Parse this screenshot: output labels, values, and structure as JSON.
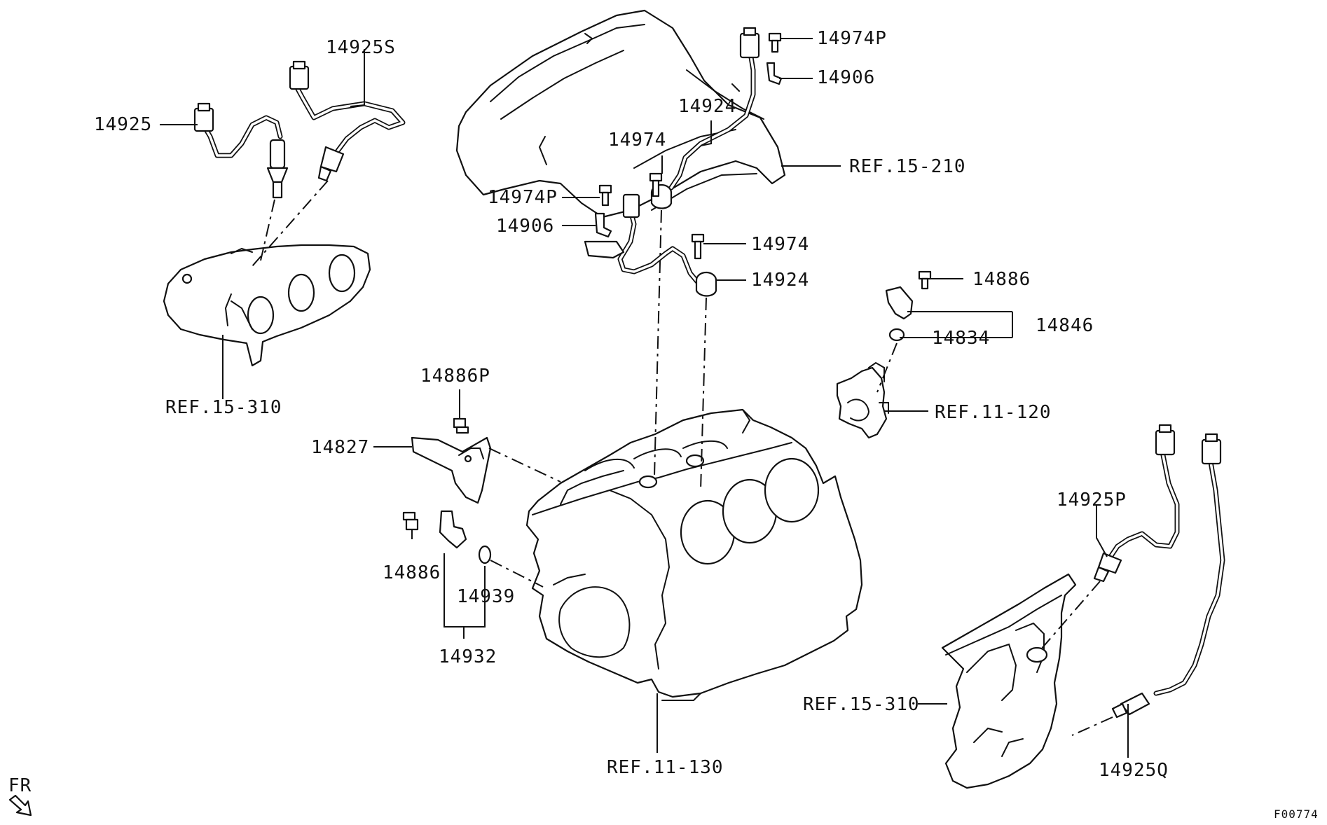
{
  "diagram": {
    "part_labels": {
      "p14925S": "14925S",
      "p14925": "14925",
      "p14974P_top": "14974P",
      "p14906_top": "14906",
      "p14924_top": "14924",
      "p14974_top": "14974",
      "ref_15_210": "REF.15-210",
      "p14974P_mid": "14974P",
      "p14906_mid": "14906",
      "p14974_mid": "14974",
      "p14924_mid": "14924",
      "p14886_right": "14886",
      "p14846": "14846",
      "p14834": "14834",
      "ref_11_120": "REF.11-120",
      "ref_15_310_left": "REF.15-310",
      "p14886P": "14886P",
      "p14827": "14827",
      "p14886_left": "14886",
      "p14939": "14939",
      "p14932": "14932",
      "p14925P": "14925P",
      "ref_15_310_right": "REF.15-310",
      "ref_11_130": "REF.11-130",
      "p14925Q": "14925Q"
    },
    "direction_label": "FR",
    "figure_code": "F00774"
  }
}
